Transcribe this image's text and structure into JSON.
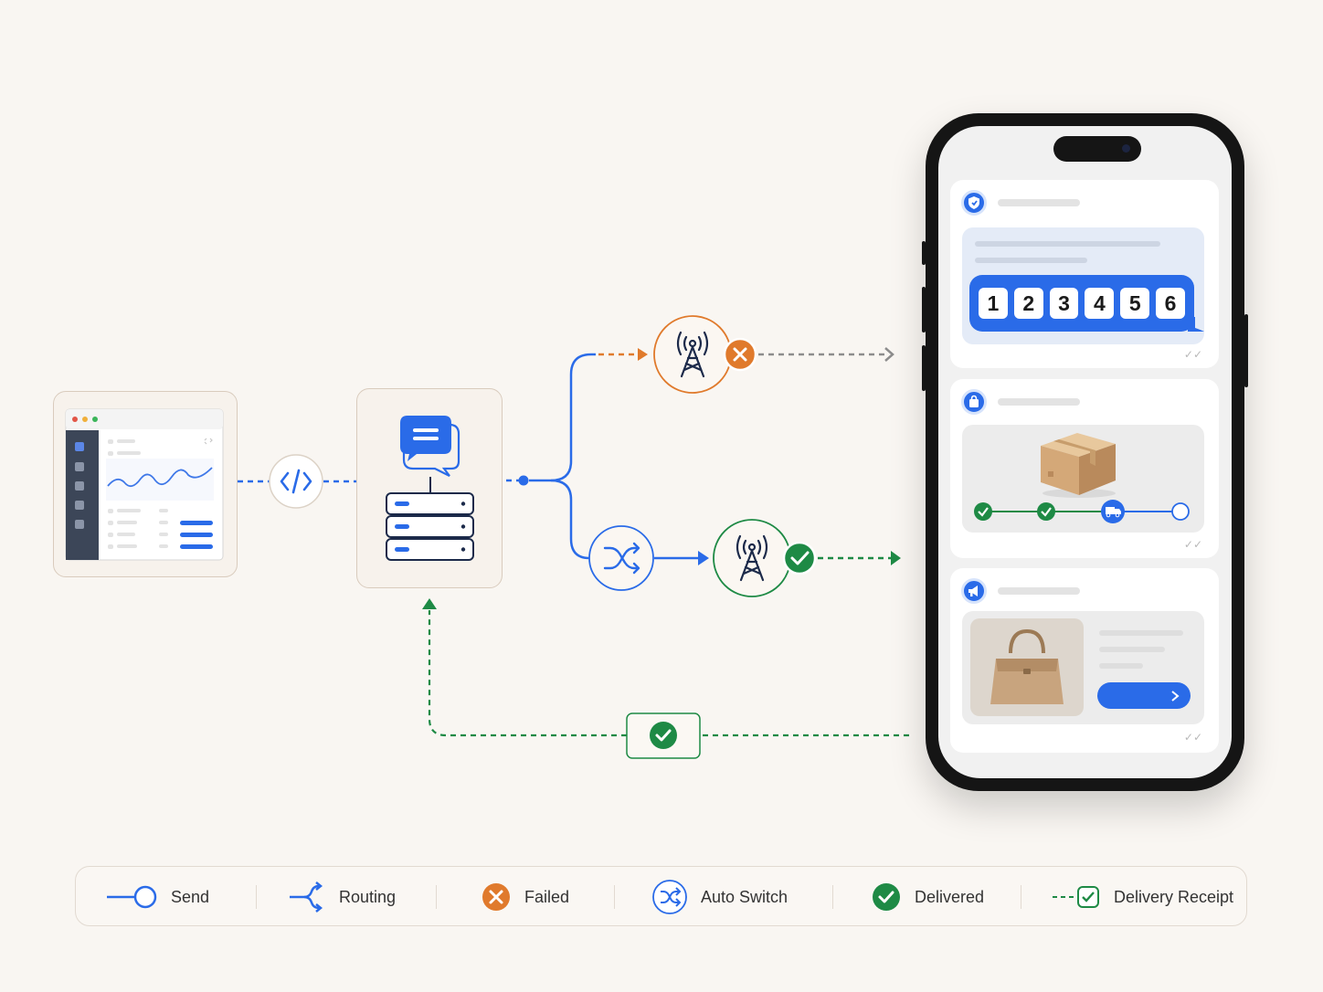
{
  "otp": {
    "digits": [
      "1",
      "2",
      "3",
      "4",
      "5",
      "6"
    ]
  },
  "legend": {
    "send": "Send",
    "routing": "Routing",
    "failed": "Failed",
    "auto_switch": "Auto Switch",
    "delivered": "Delivered",
    "delivery_receipt": "Delivery Receipt"
  },
  "colors": {
    "blue": "#2a6be8",
    "orange": "#e07a2c",
    "green": "#1e8a45",
    "gray": "#8c8c8c",
    "dark": "#1c2a4a"
  },
  "icons": {
    "dashboard": "web-dashboard-icon",
    "api": "code-brackets-icon",
    "gateway": "chat-server-icon",
    "carrier_failed": "cell-tower-icon",
    "carrier_ok": "cell-tower-icon",
    "switch": "shuffle-icon",
    "receipt": "check-badge-icon"
  }
}
